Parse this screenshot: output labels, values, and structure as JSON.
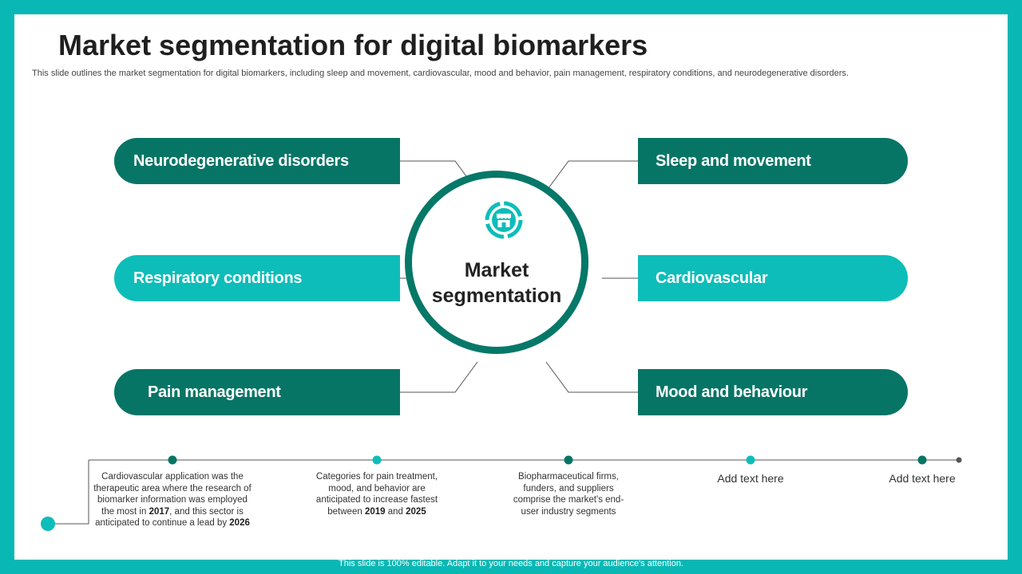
{
  "header": {
    "title": "Market segmentation for digital biomarkers",
    "subtitle": "This slide outlines the market segmentation for digital biomarkers, including sleep and movement, cardiovascular, mood and behavior, pain management, respiratory conditions, and neurodegenerative disorders."
  },
  "hub": {
    "label_line1": "Market",
    "label_line2": "segmentation",
    "icon": "store-icon"
  },
  "segments": {
    "left": [
      {
        "label": "Neurodegenerative disorders",
        "color": "#077565"
      },
      {
        "label": "Respiratory conditions",
        "color": "#0dbdb9"
      },
      {
        "label": "Pain management",
        "color": "#077565"
      }
    ],
    "right": [
      {
        "label": "Sleep and movement",
        "color": "#077565"
      },
      {
        "label": "Cardiovascular",
        "color": "#0dbdb9"
      },
      {
        "label": "Mood and behaviour",
        "color": "#077565"
      }
    ]
  },
  "timeline": {
    "notes": [
      {
        "part1": "Cardiovascular application was the therapeutic area where the research of biomarker information was employed the most in ",
        "year1": "2017",
        "part2": ", and this sector is anticipated to continue a lead by ",
        "year2": "2026"
      },
      {
        "part1": "Categories for pain treatment, mood, and behavior are anticipated to increase fastest between ",
        "year1": "2019",
        "part2": " and ",
        "year2": "2025"
      },
      {
        "text": "Biopharmaceutical firms, funders, and suppliers comprise the market's end-user industry segments"
      },
      {
        "text": "Add text here"
      },
      {
        "text": "Add text here"
      }
    ]
  },
  "footer": {
    "text": "This slide is 100% editable. Adapt it to your needs and capture your audience's attention."
  },
  "colors": {
    "frame": "#09b8b4",
    "dark_green": "#077565",
    "teal": "#0dbdb9"
  }
}
